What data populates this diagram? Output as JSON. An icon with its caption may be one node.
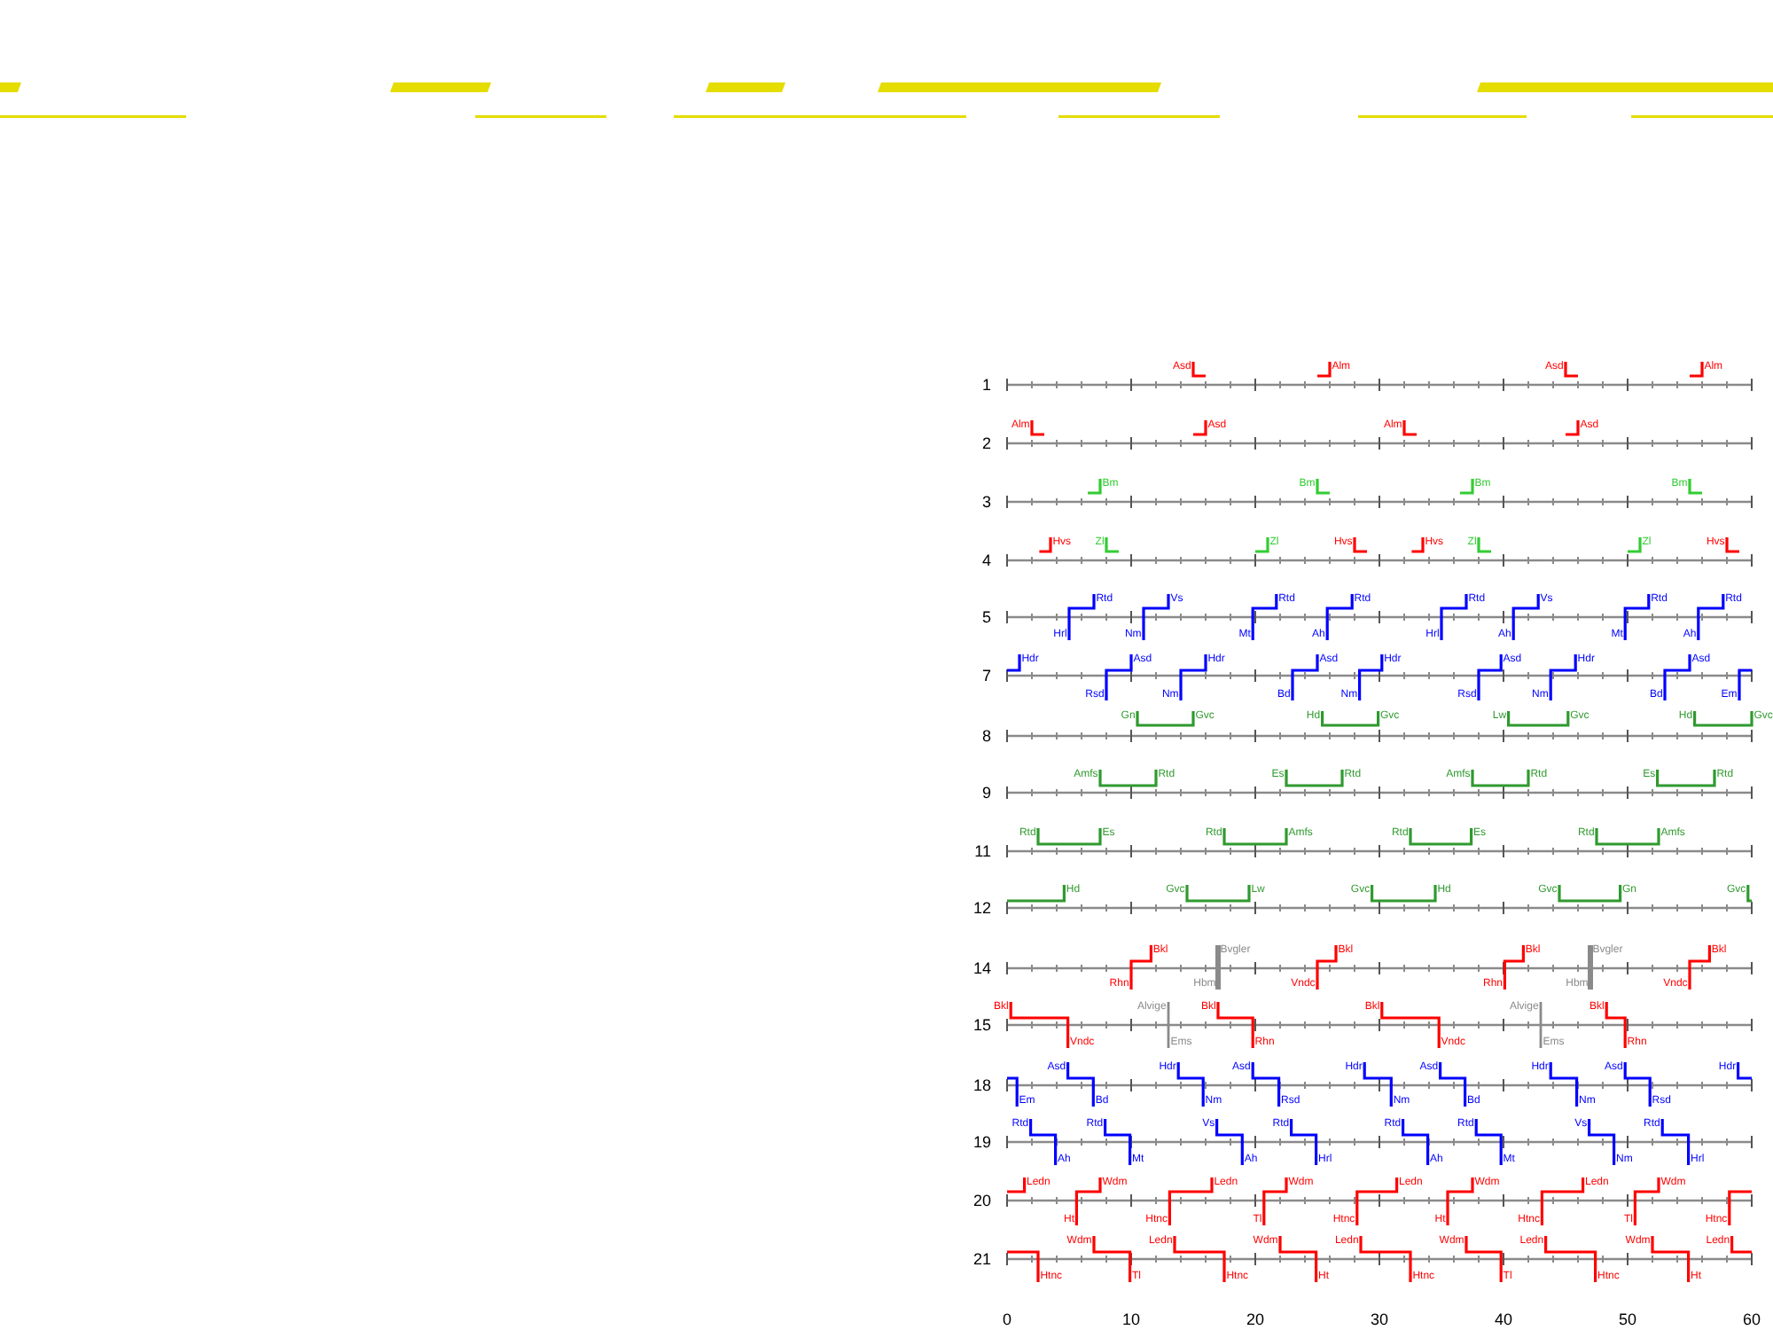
{
  "diagram": {
    "labels": [
      "1",
      "Asd",
      "Alm",
      "Asd",
      "Alm",
      "2",
      "Alm",
      "Asd",
      "Alm",
      "Asd",
      "3",
      "Bm",
      "Bm",
      "Bm",
      "Bm",
      "4",
      "Hvs",
      "Zl",
      "Zl",
      "Hvs",
      "Hvs",
      "Zl",
      "Zl",
      "Hvs",
      "5",
      "Hrl",
      "Rtd",
      "Nm",
      "Vs",
      "Mt",
      "Rtd",
      "Ah",
      "Rtd",
      "Hrl",
      "Rtd",
      "Ah",
      "Vs",
      "Mt",
      "Rtd",
      "Ah",
      "Rtd",
      "7",
      "Hdr",
      "Rsd",
      "Asd",
      "Nm",
      "Hdr",
      "Bd",
      "Asd",
      "Nm",
      "Hdr",
      "Rsd",
      "Asd",
      "Nm",
      "Hdr",
      "Bd",
      "Asd",
      "Em",
      "8",
      "Gn",
      "Gvc",
      "Hd",
      "Gvc",
      "Lw",
      "Gvc",
      "Hd",
      "Gvc",
      "9",
      "Amfs",
      "Rtd",
      "Es",
      "Rtd",
      "Amfs",
      "Rtd",
      "Es",
      "Rtd",
      "11",
      "Rtd",
      "Es",
      "Rtd",
      "Amfs",
      "Rtd",
      "Es",
      "Rtd",
      "Amfs",
      "12",
      "Hd",
      "Gvc",
      "Lw",
      "Gvc",
      "Hd",
      "Gvc",
      "Gn",
      "Gvc",
      "14",
      "Rhn",
      "Bkl",
      "Bvgler",
      "Hbm",
      "Vndc",
      "Bkl",
      "Rhn",
      "Bkl",
      "Bvgler",
      "Hbm",
      "Vndc",
      "Bkl",
      "15",
      "Bkl",
      "Vndc",
      "Alvige",
      "Ems",
      "Bkl",
      "Rhn",
      "Bkl",
      "Vndc",
      "Alvige",
      "Ems",
      "Bkl",
      "Rhn",
      "18",
      "Em",
      "Asd",
      "Bd",
      "Hdr",
      "Nm",
      "Asd",
      "Rsd",
      "Hdr",
      "Nm",
      "Asd",
      "Bd",
      "Hdr",
      "Nm",
      "Asd",
      "Rsd",
      "Hdr",
      "19",
      "Rtd",
      "Ah",
      "Rtd",
      "Mt",
      "Vs",
      "Ah",
      "Rtd",
      "Hrl",
      "Rtd",
      "Ah",
      "Rtd",
      "Mt",
      "Vs",
      "Nm",
      "Rtd",
      "Hrl",
      "20",
      "Ledn",
      "Ht",
      "Wdm",
      "Htnc",
      "Ledn",
      "Tl",
      "Wdm",
      "Htnc",
      "Ledn",
      "Ht",
      "Wdm",
      "Htnc",
      "Ledn",
      "Tl",
      "Wdm",
      "Htnc",
      "21",
      "Htnc",
      "Wdm",
      "Tl",
      "Ledn",
      "Htnc",
      "Wdm",
      "Ht",
      "Ledn",
      "Htnc",
      "Wdm",
      "Tl",
      "Ledn",
      "Htnc",
      "Wdm",
      "Ht",
      "Ledn",
      "0",
      "10",
      "20",
      "30",
      "40",
      "50",
      "60"
    ]
  }
}
